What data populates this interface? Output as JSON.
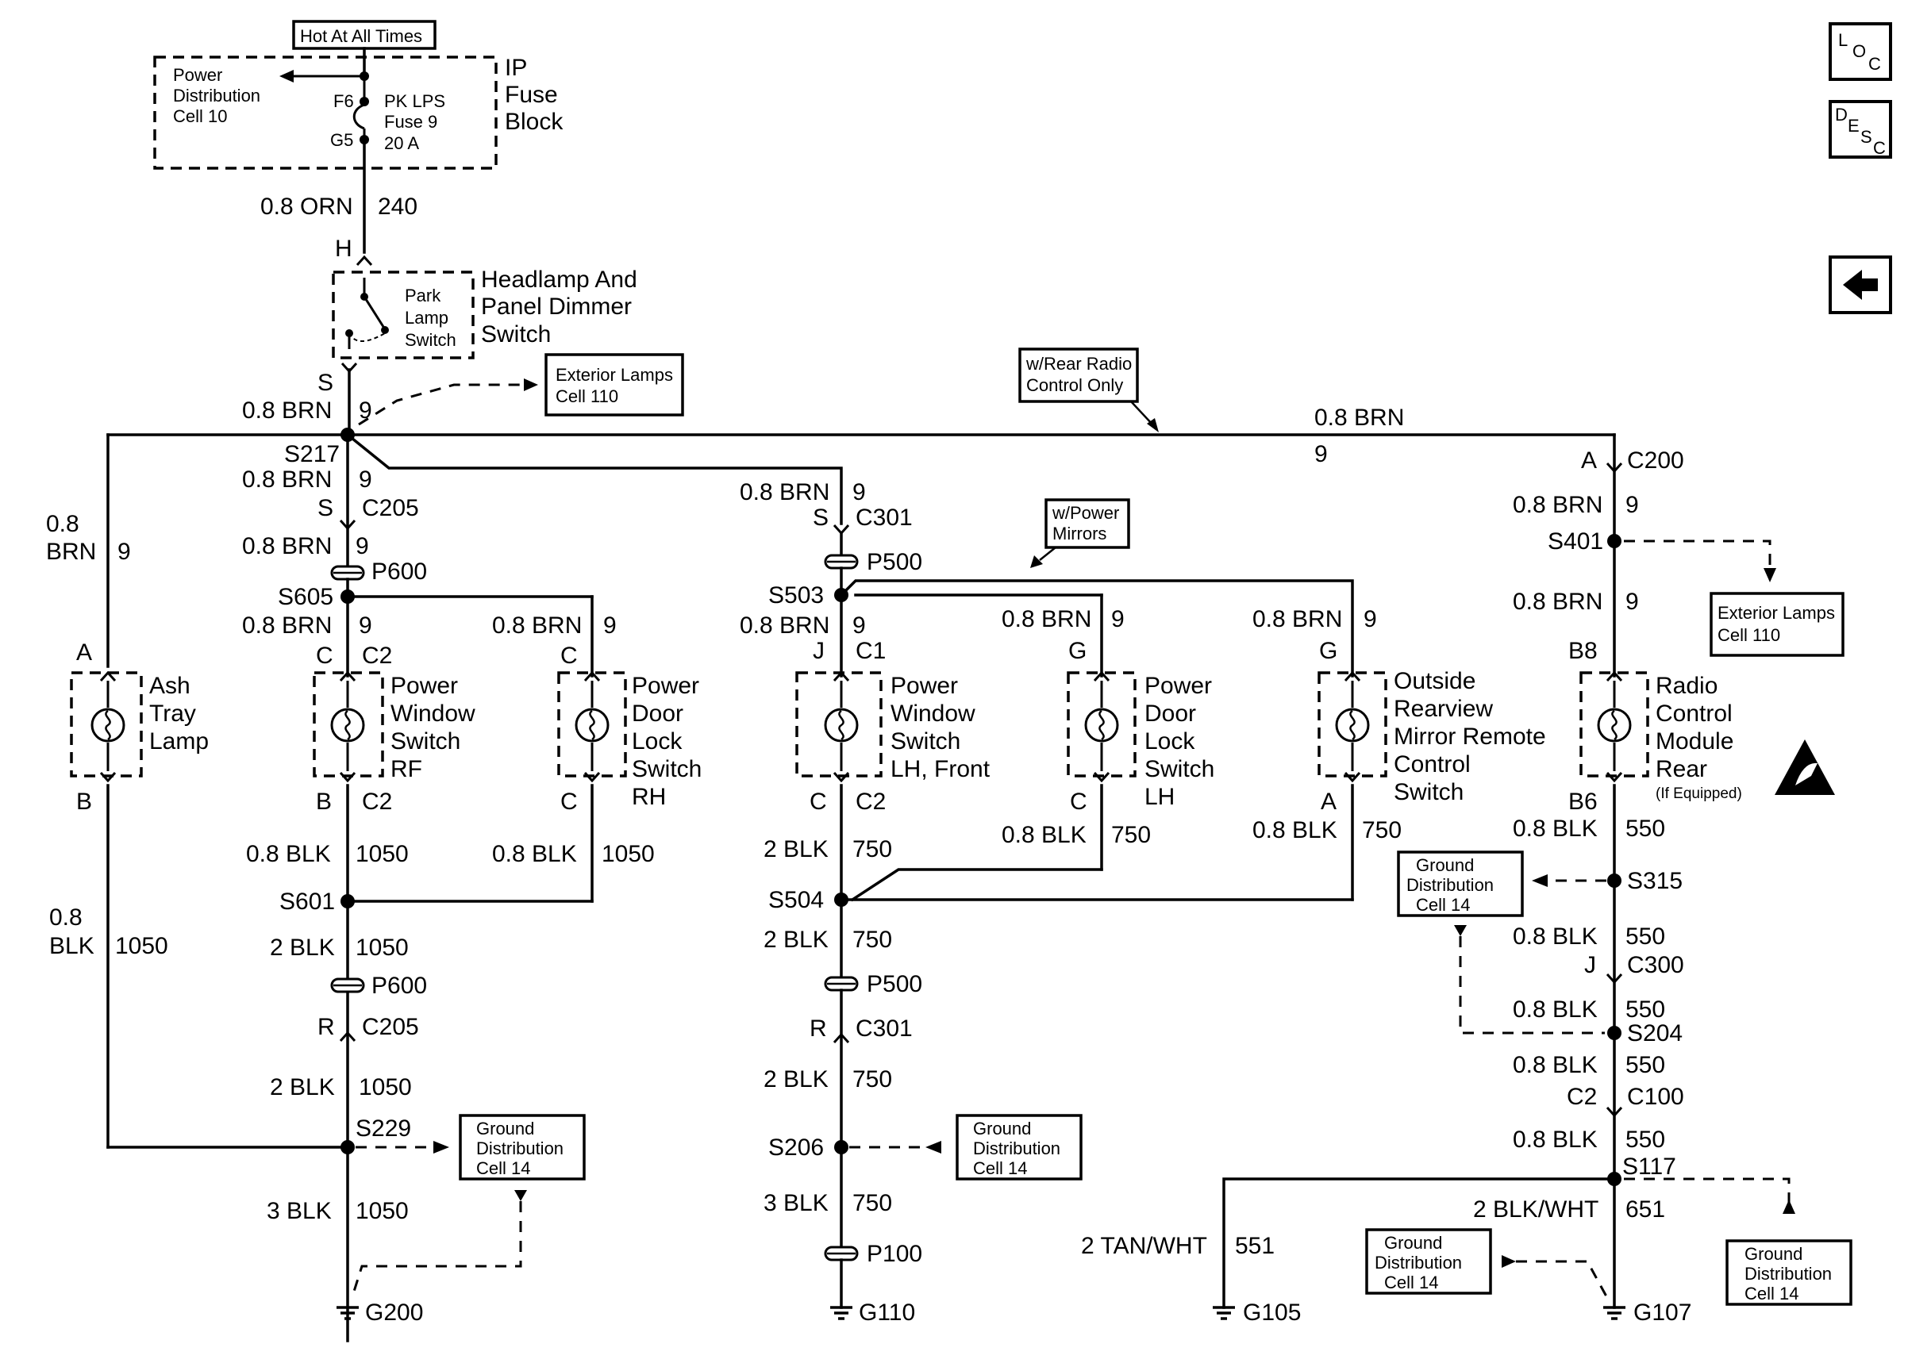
{
  "fuse_block": {
    "hot_label": "Hot At All Times",
    "power_dist": [
      "Power",
      "Distribution",
      "Cell 10"
    ],
    "name": [
      "IP",
      "Fuse",
      "Block"
    ],
    "fuse_top_pin": "F6",
    "fuse_bottom_pin": "G5",
    "fuse_text": [
      "PK LPS",
      "Fuse  9",
      "20 A"
    ]
  },
  "feed": {
    "wire": "0.8 ORN",
    "circuit": "240"
  },
  "headlamp_switch": {
    "pin_in": "H",
    "pin_out": "S",
    "inner": [
      "Park",
      "Lamp",
      "Switch"
    ],
    "name": [
      "Headlamp And",
      "Panel Dimmer",
      "Switch"
    ]
  },
  "refs": {
    "ext_lamps_left": [
      "Exterior Lamps",
      "Cell 110"
    ],
    "ext_lamps_right": [
      "Exterior Lamps",
      "Cell 110"
    ],
    "rear_radio": [
      "w/Rear Radio",
      "Control Only"
    ],
    "power_mirrors": [
      "w/Power",
      "Mirrors"
    ],
    "gd_s229": [
      "Ground",
      "Distribution",
      "Cell 14"
    ],
    "gd_s206": [
      "Ground",
      "Distribution",
      "Cell 14"
    ],
    "gd_s315": [
      "Ground",
      "Distribution",
      "Cell 14"
    ],
    "gd_g107": [
      "Ground",
      "Distribution",
      "Cell 14"
    ],
    "gd_s117": [
      "Ground",
      "Distribution",
      "Cell 14"
    ]
  },
  "nav": {
    "loc": [
      "L",
      "O",
      "C"
    ],
    "desc": [
      "D",
      "E",
      "S",
      "C"
    ]
  },
  "labels": {
    "brn_08": "0.8 BRN",
    "brn_08_a": "0.8",
    "brn_08_b": "BRN",
    "blk_08_a": "0.8",
    "blk_08_b": "BLK",
    "c9": "9",
    "s217": "S217",
    "s_c205": "S",
    "c205": "C205",
    "p600": "P600",
    "s605": "S605",
    "c301": "C301",
    "s_c301": "S",
    "p500": "P500",
    "s503": "S503",
    "c200_pin": "A",
    "c200": "C200",
    "s401": "S401",
    "b8": "B8",
    "b6": "B6",
    "blk_08": "0.8 BLK",
    "blk_2": "2 BLK",
    "blk_3": "3 BLK",
    "c1050": "1050",
    "c750": "750",
    "c550": "550",
    "s601": "S601",
    "s504": "S504",
    "r_c205": "R",
    "r_c301": "R",
    "s229": "S229",
    "s206": "S206",
    "p100": "P100",
    "g200": "G200",
    "g110": "G110",
    "s315": "S315",
    "j_c300": "J",
    "c300": "C300",
    "s204": "S204",
    "c2_c100": "C2",
    "c100": "C100",
    "s117": "S117",
    "tan_wht": "2 TAN/WHT",
    "c551": "551",
    "blk_wht": "2 BLK/WHT",
    "c651": "651",
    "g105": "G105",
    "g107": "G107"
  },
  "components": {
    "ash_tray": {
      "pin_top": "A",
      "pin_bottom": "B",
      "name": [
        "Ash",
        "Tray",
        "Lamp"
      ]
    },
    "pw_rf": {
      "pin_top": "C",
      "conn_top": "C2",
      "pin_bottom": "B",
      "conn_bottom": "C2",
      "name": [
        "Power",
        "Window",
        "Switch",
        "RF"
      ]
    },
    "pdl_rh": {
      "pin_top": "C",
      "pin_bottom": "C",
      "name": [
        "Power",
        "Door",
        "Lock",
        "Switch",
        "RH"
      ]
    },
    "pw_lh": {
      "pin_top": "J",
      "conn_top": "C1",
      "pin_bottom": "C",
      "conn_bottom": "C2",
      "name": [
        "Power",
        "Window",
        "Switch",
        "LH, Front"
      ]
    },
    "pdl_lh": {
      "pin_top": "G",
      "pin_bottom": "C",
      "name": [
        "Power",
        "Door",
        "Lock",
        "Switch",
        "LH"
      ]
    },
    "mirror": {
      "pin_top": "G",
      "pin_bottom": "A",
      "name": [
        "Outside",
        "Rearview",
        "Mirror Remote",
        "Control",
        "Switch"
      ]
    },
    "radio": {
      "name": [
        "Radio",
        "Control",
        "Module",
        "Rear"
      ],
      "note": "(If Equipped)"
    }
  }
}
